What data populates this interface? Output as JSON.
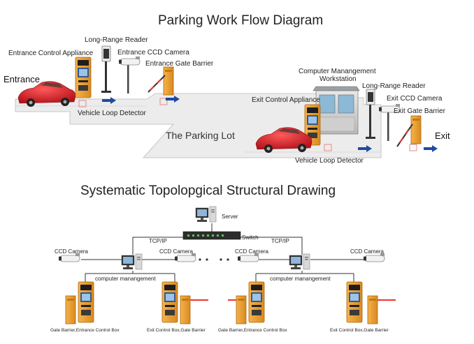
{
  "titles": {
    "workflow": "Parking Work Flow Diagram",
    "topology": "Systematic Topolopgical Structural Drawing"
  },
  "workflow": {
    "entrance": "Entrance",
    "exit": "Exit",
    "parking_lot": "The Parking Lot",
    "long_range_reader_entry": "Long-Range Reader",
    "entrance_control_appliance": "Entrance  Control  Appliance",
    "entrance_ccd_camera": "Entrance CCD Camera",
    "entrance_gate_barrier": "Entrance Gate Barrier",
    "vehicle_loop_detector_entry": "Vehicle Loop Detector",
    "computer_management_workstation_1": "Computer Manangement",
    "computer_management_workstation_2": "Workstation",
    "long_range_reader_exit": "Long-Range Reader",
    "exit_control_appliance": "Exit Control  Appliance",
    "exit_ccd_camera": "Exit CCD Camera",
    "exit_gate_barrier": "Exit Gate Barrier",
    "vehicle_loop_detector_exit": "Vehicle Loop Detector"
  },
  "topology": {
    "server": "Server",
    "switch": "Switch",
    "tcpip_left": "TCP/IP",
    "tcpip_right": "TCP/IP",
    "ccd_camera_1": "CCD Camera",
    "ccd_camera_2": "CCD Camera",
    "ccd_camera_3": "CCD Camera",
    "ccd_camera_4": "CCD Camera",
    "computer_mgmt_left": "computer manangement",
    "computer_mgmt_right": "computer manangement",
    "box_1": "Gate Barrier,Entrance Control Box",
    "box_2": "Exit Control Box,Gate Barrier",
    "box_3": "Gate Barrier,Entrance Control Box",
    "box_4": "Exit Control Box,Gate Barrier"
  },
  "colors": {
    "road": "#ececec",
    "road_edge": "#c8c8c8",
    "car": "#d41f26",
    "barrier": "#f0a020",
    "arrow": "#1f4aa0",
    "appliance": "#f1a43a",
    "line": "#333333"
  }
}
